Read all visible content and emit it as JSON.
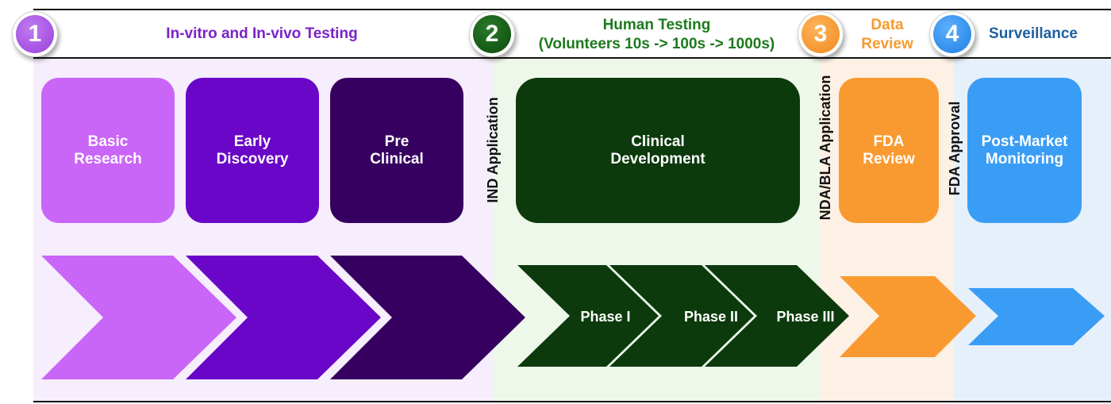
{
  "stages": [
    {
      "number": "1",
      "title": "In-vitro and In-vivo Testing",
      "color": "#7b22c9",
      "circle_color": "#a24be0"
    },
    {
      "number": "2",
      "title_line1": "Human Testing",
      "title_line2": "(Volunteers 10s -> 100s -> 1000s)",
      "color": "#1d7a1d",
      "circle_color": "#0f5a0f"
    },
    {
      "number": "3",
      "title_line1": "Data",
      "title_line2": "Review",
      "color": "#f59b2e",
      "circle_color": "#f59b2e"
    },
    {
      "number": "4",
      "title": "Surveillance",
      "color": "#1f5fa0",
      "circle_color": "#2f8fe8"
    }
  ],
  "boxes": [
    {
      "label": "Basic\nResearch",
      "color": "#c965f7"
    },
    {
      "label": "Early\nDiscovery",
      "color": "#6a06c8"
    },
    {
      "label": "Pre\nClinical",
      "color": "#360060"
    },
    {
      "label": "Clinical\nDevelopment",
      "color": "#0c3a0c"
    },
    {
      "label": "FDA\nReview",
      "color": "#f99a30"
    },
    {
      "label": "Post-Market\nMonitoring",
      "color": "#3a9df5"
    }
  ],
  "milestones": [
    "IND Application",
    "NDA/BLA Application",
    "FDA Approval"
  ],
  "phases": [
    "Phase I",
    "Phase II",
    "Phase III"
  ],
  "colors": {
    "zone1_bg": "#f6eefc",
    "zone2_bg": "#edf8ea",
    "zone3_bg": "#fdf0e4",
    "zone4_bg": "#e6f0fb",
    "chevron_basic": "#c965f7",
    "chevron_early": "#6a06c8",
    "chevron_pre": "#360060",
    "chevron_phase": "#0c3a0c",
    "chevron_review": "#f99a30",
    "chevron_post": "#3a9df5"
  }
}
